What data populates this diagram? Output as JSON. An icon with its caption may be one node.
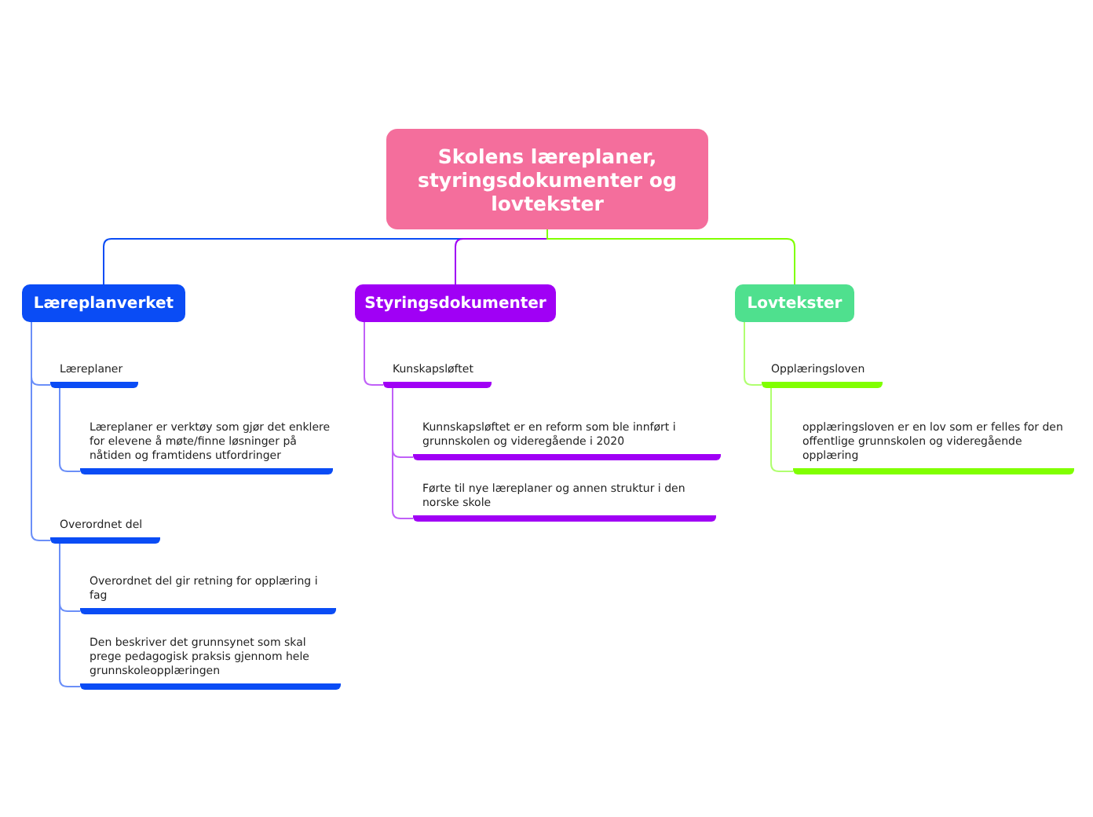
{
  "diagram": {
    "nodes": [
      {
        "text": [
          "Skolens læreplaner, styringsdokumenter og lovtekster"
        ]
      },
      {
        "text": [
          "Læreplanverket"
        ]
      },
      {
        "text": [
          "Styringsdokumenter"
        ]
      },
      {
        "text": [
          "Lovtekster"
        ]
      },
      {
        "text": [
          "Læreplaner"
        ]
      },
      {
        "text": [
          "Læreplaner er verktøy som gjør det enklere for elevene å møte/finne løsninger på nåtiden og framtidens utfordringer"
        ]
      },
      {
        "text": [
          "Overordnet del"
        ]
      },
      {
        "text": [
          "Overordnet del gir retning for opplæring i fag"
        ]
      },
      {
        "text": [
          "Den beskriver det grunnsynet som skal prege pedagogisk praksis gjennom hele grunnskoleopplæringen"
        ]
      },
      {
        "text": [
          "Kunskapsløftet"
        ]
      },
      {
        "text": [
          "Kunnskapsløftet er en reform som ble innført i grunnskolen og videregående i 2020"
        ]
      },
      {
        "text": [
          "Førte til nye læreplaner og annen struktur i den norske skole"
        ]
      },
      {
        "text": [
          "Opplæringsloven"
        ]
      },
      {
        "text": [
          "opplæringsloven er en lov som er felles for den offentlige grunnskolen og videregående opplæring"
        ]
      }
    ],
    "edges": [
      {
        "from": 0,
        "to": 1,
        "arrow": "none",
        "color": "#0a4cf5"
      },
      {
        "from": 0,
        "to": 2,
        "arrow": "none",
        "color": "#a000f5"
      },
      {
        "from": 0,
        "to": 3,
        "arrow": "none",
        "color": "#80ff00"
      },
      {
        "from": 1,
        "to": 4,
        "arrow": "none",
        "color": "#6b8ff8"
      },
      {
        "from": 4,
        "to": 5,
        "arrow": "none",
        "color": "#6b8ff8"
      },
      {
        "from": 1,
        "to": 6,
        "arrow": "none",
        "color": "#6b8ff8"
      },
      {
        "from": 6,
        "to": 7,
        "arrow": "none",
        "color": "#6b8ff8"
      },
      {
        "from": 6,
        "to": 8,
        "arrow": "none",
        "color": "#6b8ff8"
      },
      {
        "from": 2,
        "to": 9,
        "arrow": "none",
        "color": "#c060f8"
      },
      {
        "from": 9,
        "to": 10,
        "arrow": "none",
        "color": "#c060f8"
      },
      {
        "from": 9,
        "to": 11,
        "arrow": "none",
        "color": "#c060f8"
      },
      {
        "from": 3,
        "to": 12,
        "arrow": "none",
        "color": "#b0ff70"
      },
      {
        "from": 12,
        "to": 13,
        "arrow": "none",
        "color": "#b0ff70"
      }
    ]
  }
}
